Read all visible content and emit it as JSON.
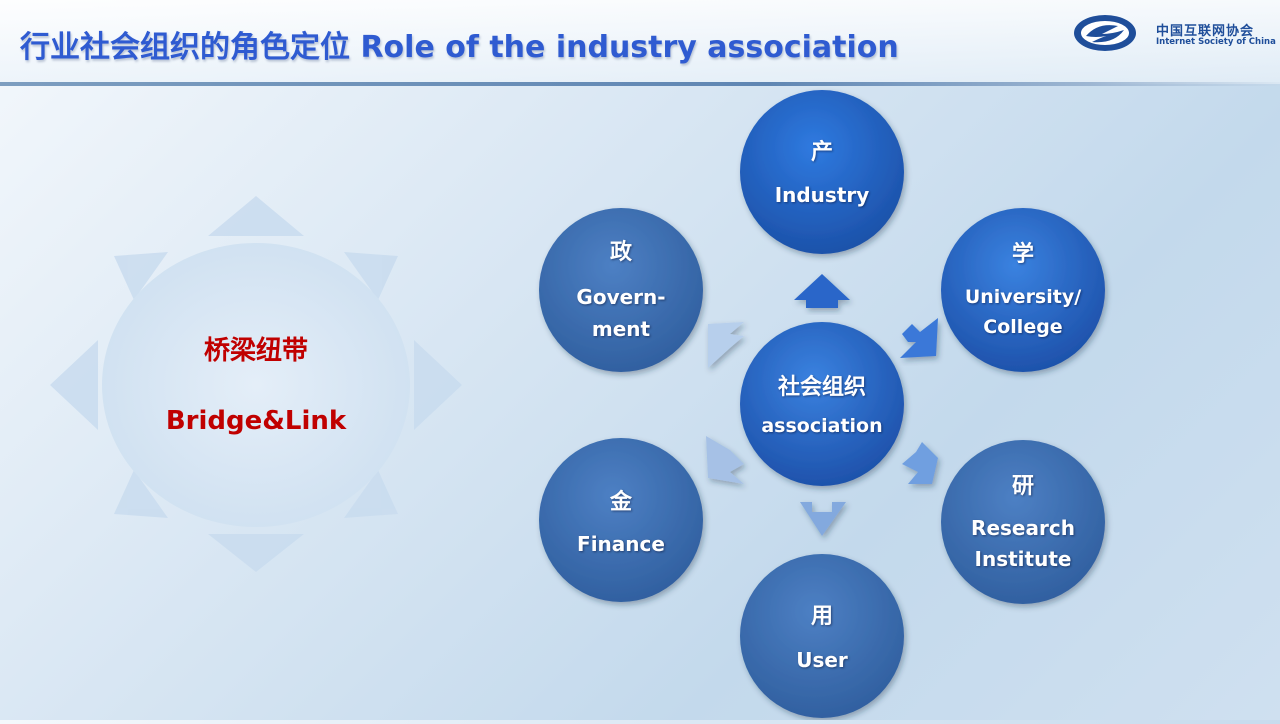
{
  "header": {
    "title": "行业社会组织的角色定位 Role of the industry association",
    "logo_cn": "中国互联网协会",
    "logo_en": "Internet Society of China"
  },
  "bridge": {
    "cn": "桥梁纽带",
    "en": "Bridge&Link"
  },
  "center": {
    "cn": "社会组织",
    "en": "association"
  },
  "nodes": {
    "industry": {
      "cn": "产",
      "en": "Industry"
    },
    "university": {
      "cn": "学",
      "en_line1": "University/",
      "en_line2": "College"
    },
    "research": {
      "cn": "研",
      "en_line1": "Research",
      "en_line2": "Institute"
    },
    "user": {
      "cn": "用",
      "en": "User"
    },
    "finance": {
      "cn": "金",
      "en": "Finance"
    },
    "government": {
      "cn": "政",
      "en_line1": "Govern-",
      "en_line2": "ment"
    }
  },
  "colors": {
    "title": "#2f5bd1",
    "bridge_text": "#c00000",
    "circle_light": "#2f6fd0",
    "circle_dark": "#1d4aa0",
    "satellite": "#3a6eb8"
  }
}
